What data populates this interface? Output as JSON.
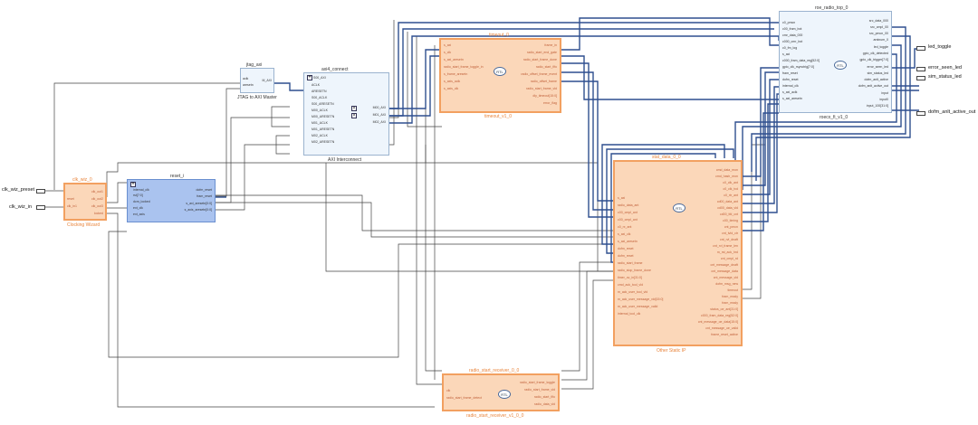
{
  "external_ports": {
    "clk_wiz_preset": "clk_wiz_preset",
    "clk_wiz_in": "clk_wiz_in",
    "led_toggle": "led_toggle",
    "error_seen_led": "error_seen_led",
    "sim_status_led": "sim_status_led",
    "dofm_anlt_active_out": "dofm_anlt_active_out"
  },
  "blocks": {
    "clk_wiz": {
      "title": "clk_wiz_0",
      "subtitle": "Clocking Wizard",
      "left_ports": [
        "reset",
        "clk_in1"
      ],
      "right_ports": [
        "clk_out1",
        "clk_out2",
        "clk_out3",
        "locked"
      ]
    },
    "reset": {
      "title": "reset_i",
      "left_ports": [
        "internal_clk",
        "rst[7:0]",
        "dcm_locked",
        "ext_clk",
        "ext_axis"
      ],
      "right_ports": [
        "dofm_reset",
        "fram_reset",
        "s_axi_aresetn[0:0]",
        "s_axis_aresetn[0:0]"
      ]
    },
    "jtag": {
      "title": "jtag_axi",
      "subtitle": "JTAG to AXI Master",
      "left_ports": [
        "aclk",
        "aresetn"
      ],
      "right_ports": [
        "M_AXI"
      ]
    },
    "axi_connect": {
      "title": "axi4_connect",
      "subtitle": "AXI Interconnect",
      "left_ports": [
        "S00_AXI",
        "ACLK",
        "ARESETN",
        "S00_ACLK",
        "S00_ARESETN",
        "M00_ACLK",
        "M00_ARESETN",
        "M01_ACLK",
        "M01_ARESETN",
        "M02_ACLK",
        "M02_ARESETN"
      ],
      "right_ports": [
        "M00_AXI",
        "M01_AXI",
        "M02_AXI"
      ]
    },
    "timeout": {
      "title": "timeout_0",
      "subtitle": "timeout_v1_0",
      "left_ports": [
        "s_axi",
        "s_clk",
        "s_axi_aresetn",
        "radio_start_frame_toggle_in",
        "s_frame_aresetn",
        "s_axis_aclk",
        "s_axis_clk"
      ],
      "right_ports": [
        "frame_in",
        "radio_start_end_gate",
        "radio_start_frame_done",
        "radio_start_fifo",
        "radio_offset_frame_event",
        "radio_offset_frame",
        "radio_start_frame_vld",
        "dly_timeout[15:0]",
        "error_flag"
      ]
    },
    "roe": {
      "title": "roe_radio_top_0",
      "subtitle": "roecx_fi_v1_0",
      "left_ports": [
        "c0_pmcn",
        "c00_fram_bot",
        "cmr_data_000",
        "c000_cmr_bot",
        "c0_fm_log",
        "s_aci",
        "c000_fram_data_reg[52:0]",
        "gpio_clk_rsynctrig[7:0]",
        "fram_reset",
        "dofm_reset",
        "internal_clk",
        "s_axi_aclk",
        "s_axi_aresetn"
      ],
      "right_ports": [
        "src_data_000",
        "src_cmpl_00",
        "src_pmcn_00",
        "arstnum_0",
        "led_toggle",
        "gpio_clk_detected",
        "gpio_clk_trigger[7:0]",
        "error_seen_led",
        "sim_status_led",
        "dofm_anlt_active",
        "dofm_anlt_active_out",
        "input",
        "input0",
        "input_100[31:0]"
      ]
    },
    "stat_data": {
      "title": "stat_data_0_0",
      "subtitle": "Other Static IP",
      "left_ports": [
        "s_axi",
        "radio_data_ant",
        "c00_cmpl_ant",
        "c00_cmpl_ant",
        "c0_rx_ant",
        "s_axi_clk",
        "s_axi_aresetn",
        "dofm_reset",
        "dofm_reset",
        "radio_start_frame",
        "radio_stop_frame_done",
        "timer_ov_in[31:0]",
        "cmd_ack_tool_vld",
        "m_ack_user_tool_vld",
        "m_ack_user_message_vld[15:0]",
        "m_ack_user_message_valid",
        "internal_tool_clk"
      ],
      "right_ports": [
        "cmd_data_mon",
        "cmd_hash_mon",
        "c0_clk_ant",
        "c0_clk_tvd",
        "c0_rtr_ant",
        "cd00_data_ant",
        "cd00_data_vld",
        "cd00_tfd_cnt",
        "c00_timing",
        "cnt_pmcn",
        "cnt_tvld_ctr",
        "cnt_rvl_dnaft",
        "cnt_rvl_frame_len",
        "m_rst_ack_hrd",
        "cnt_cmpl_rd",
        "cnt_message_dnaft",
        "cnt_message_data",
        "cnt_message_vld",
        "dofm_msg_new",
        "timeout",
        "fram_ready",
        "fram_ready",
        "status_oe_ant[31:0]",
        "c000_fram_data_reg[52:0]",
        "cnt_message_oe_data[15:0]",
        "cnt_message_oe_valid",
        "frame_reset_active"
      ]
    },
    "radio": {
      "title": "radio_start_receiver_0_0",
      "subtitle": "radio_start_receiver_v1_0_0",
      "left_ports": [
        "clk",
        "radio_start_frame_detect"
      ],
      "right_ports": [
        "radio_start_frame_toggle",
        "radio_start_frame_vld",
        "radio_start_fifo",
        "radio_data_vld"
      ]
    }
  },
  "rtl_label": "RTL",
  "colors": {
    "ip_orange_fill": "#fbd7b9",
    "ip_orange_border": "#f2a060",
    "ip_blue_fill": "#aac3ef",
    "ip_light_fill": "#eef5fc",
    "bus_wire": "#2f4f8f",
    "net_wire": "#444444"
  }
}
